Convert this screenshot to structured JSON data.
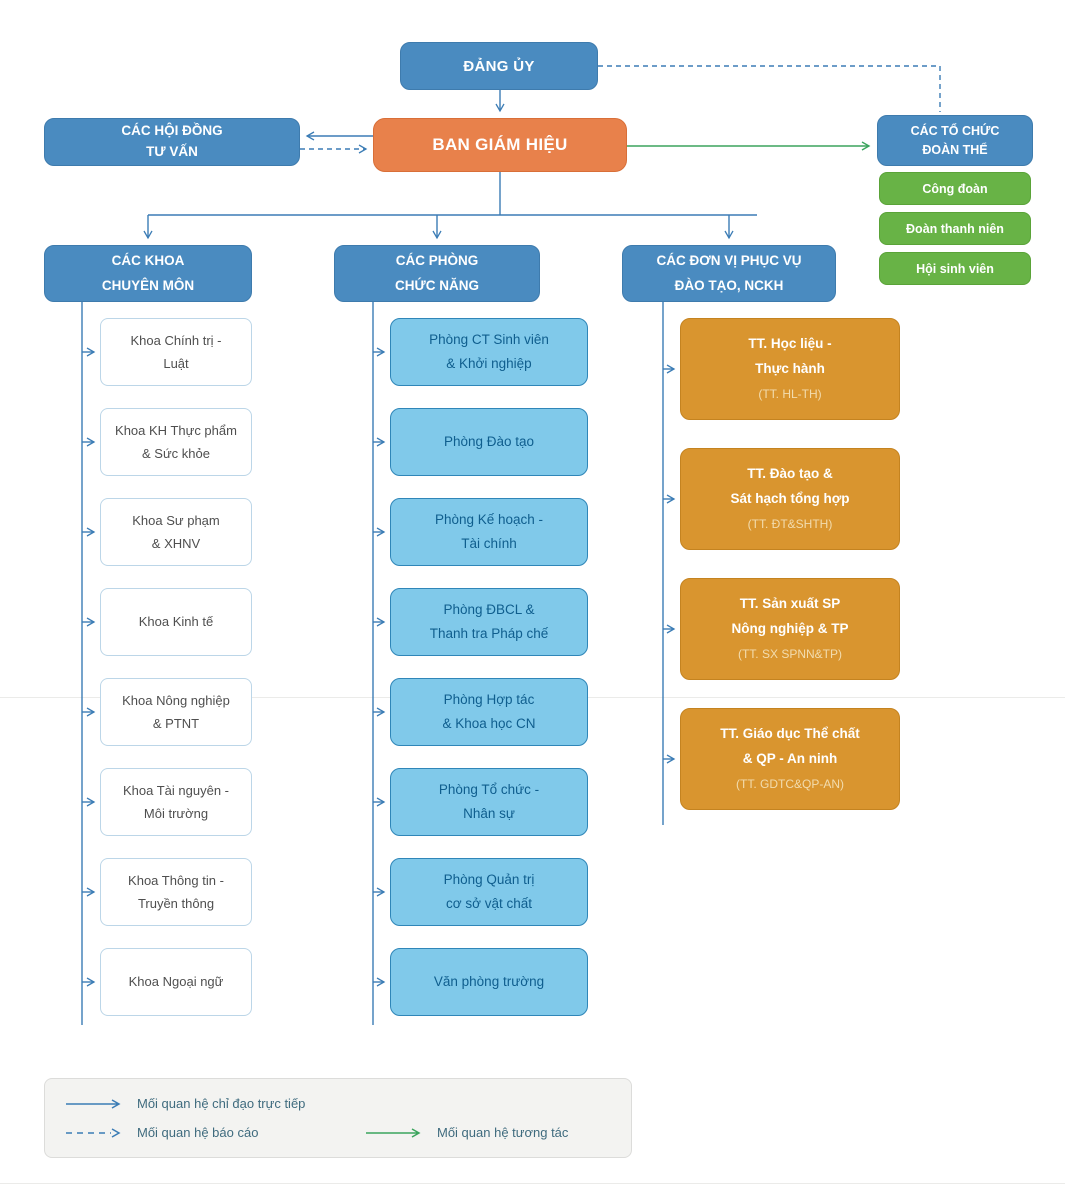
{
  "colors": {
    "header_blue": "#4a8bc0",
    "board_orange": "#e8814b",
    "center_gold": "#d9952f",
    "dept_light_blue": "#80c9ea",
    "union_green": "#68b346",
    "line_blue": "#3b7cb5",
    "line_green": "#3ba45d"
  },
  "top": {
    "dang_uy": "ĐẢNG ỦY",
    "ban_giam_hieu": "BAN GIÁM HIỆU",
    "hoi_dong": {
      "line1": "CÁC HỘI ĐỒNG",
      "line2": "TƯ VẤN"
    },
    "to_chuc": {
      "line1": "CÁC TỔ CHỨC",
      "line2": "ĐOÀN THỂ"
    },
    "unions": [
      "Công đoàn",
      "Đoàn thanh niên",
      "Hội sinh viên"
    ]
  },
  "columns": [
    {
      "header": {
        "line1": "CÁC KHOA",
        "line2": "CHUYÊN MÔN"
      },
      "items": [
        {
          "line1": "Khoa Chính trị -",
          "line2": "Luật"
        },
        {
          "line1": "Khoa KH Thực phẩm",
          "line2": "& Sức khỏe"
        },
        {
          "line1": "Khoa Sư phạm",
          "line2": "& XHNV"
        },
        {
          "line1": "Khoa Kinh tế"
        },
        {
          "line1": "Khoa Nông nghiệp",
          "line2": "& PTNT"
        },
        {
          "line1": "Khoa Tài nguyên -",
          "line2": "Môi trường"
        },
        {
          "line1": "Khoa Thông tin -",
          "line2": "Truyền thông"
        },
        {
          "line1": "Khoa Ngoại ngữ"
        }
      ]
    },
    {
      "header": {
        "line1": "CÁC PHÒNG",
        "line2": "CHỨC NĂNG"
      },
      "items": [
        {
          "line1": "Phòng CT Sinh viên",
          "line2": "& Khởi nghiệp"
        },
        {
          "line1": "Phòng Đào tạo"
        },
        {
          "line1": "Phòng Kế hoạch -",
          "line2": "Tài chính"
        },
        {
          "line1": "Phòng ĐBCL &",
          "line2": "Thanh tra Pháp chế"
        },
        {
          "line1": "Phòng Hợp tác",
          "line2": "& Khoa học CN"
        },
        {
          "line1": "Phòng Tổ chức -",
          "line2": "Nhân sự"
        },
        {
          "line1": "Phòng Quản trị",
          "line2": "cơ sở vật chất"
        },
        {
          "line1": "Văn phòng trường"
        }
      ]
    },
    {
      "header": {
        "line1": "CÁC ĐƠN VỊ PHỤC VỤ",
        "line2": "ĐÀO TẠO, NCKH"
      },
      "items": [
        {
          "line1": "TT. Học liệu -",
          "line2": "Thực hành",
          "abbr": "(TT. HL-TH)"
        },
        {
          "line1": "TT. Đào tạo &",
          "line2": "Sát hạch tổng hợp",
          "abbr": "(TT. ĐT&SHTH)"
        },
        {
          "line1": "TT. Sản xuất SP",
          "line2": "Nông nghiệp & TP",
          "abbr": "(TT. SX SPNN&TP)"
        },
        {
          "line1": "TT. Giáo dục Thể chất",
          "line2": "& QP - An ninh",
          "abbr": "(TT. GDTC&QP-AN)"
        }
      ]
    }
  ],
  "legend": {
    "direct": "Mối quan hệ chỉ đạo trực tiếp",
    "report": "Mối quan hệ báo cáo",
    "interact": "Mối quan hệ tương tác"
  }
}
